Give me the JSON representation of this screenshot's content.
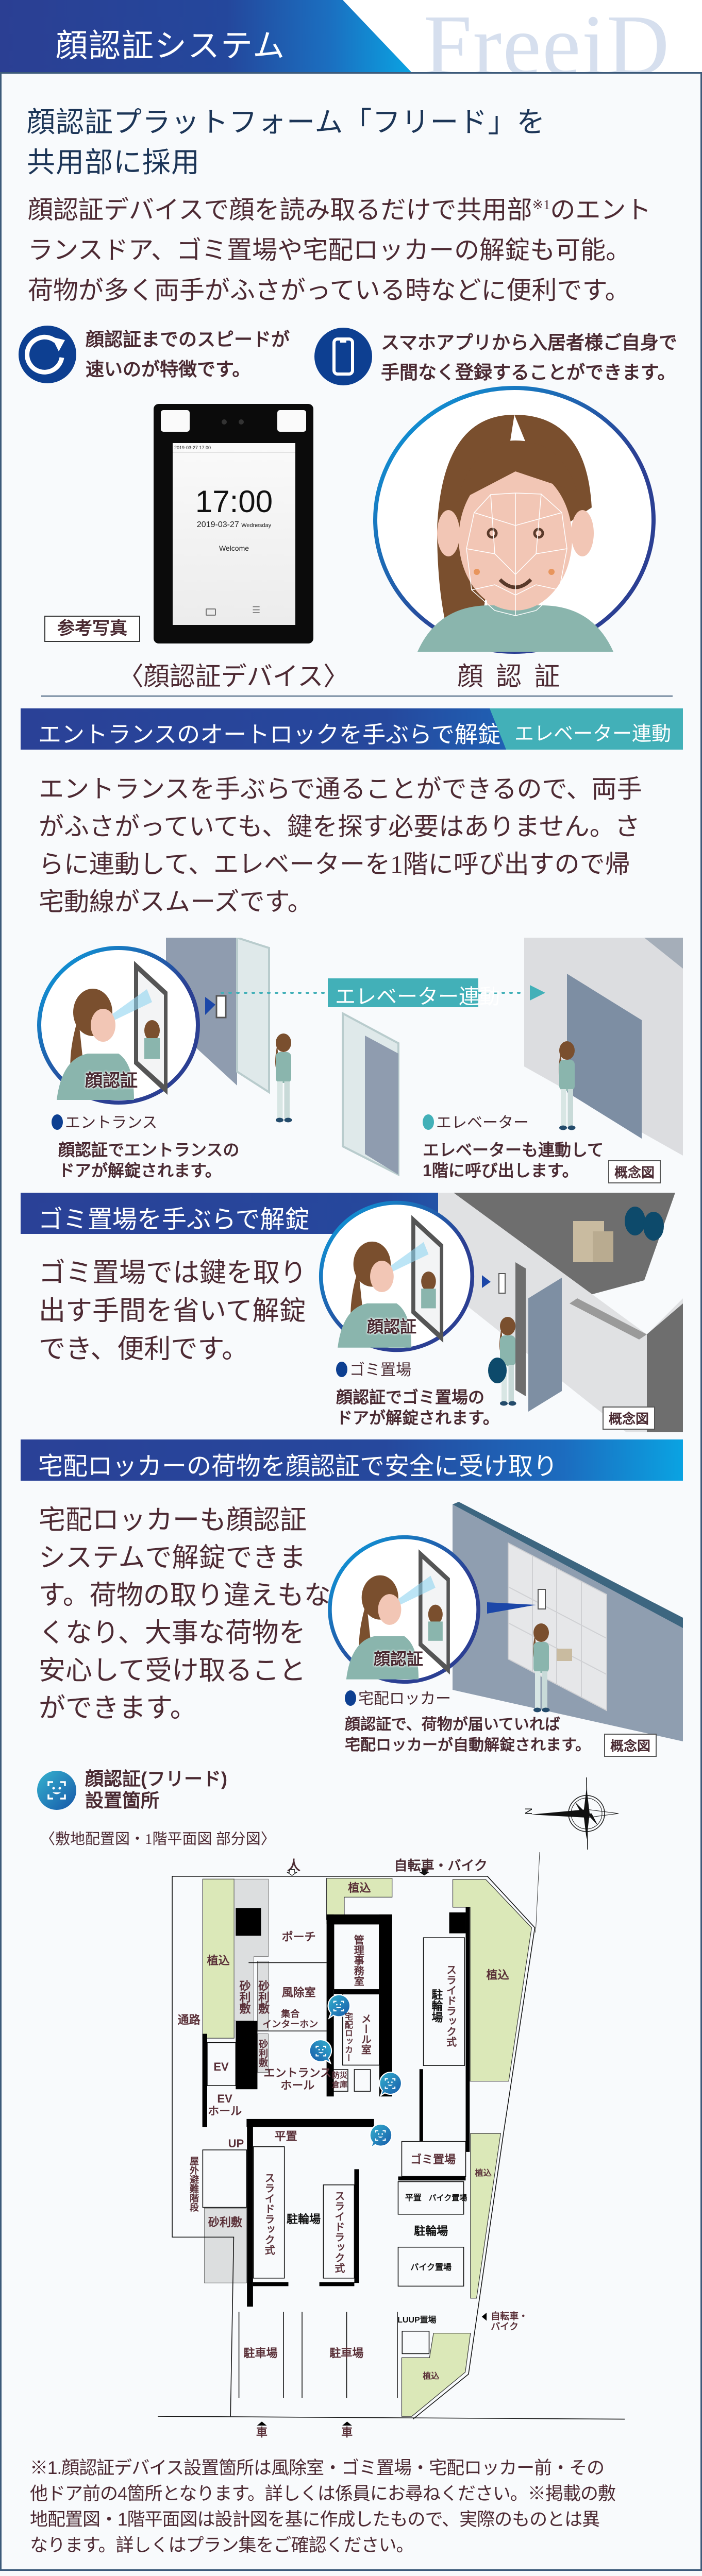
{
  "header": {
    "title": "顔認証システム",
    "brand": "FreeiD"
  },
  "intro": {
    "heading_lines": [
      "顔認証プラットフォーム「フリード」を",
      "共用部に採用"
    ],
    "body_line1_a": "顔認証デバイスで顔を読み取るだけで共用部",
    "body_line1_sup": "※1",
    "body_line1_b": "のエント",
    "body_lines": [
      "ランスドア、ゴミ置場や宅配ロッカーの解錠も可能。",
      "荷物が多く両手がふさがっている時などに便利です。"
    ],
    "features": [
      {
        "icon": "speed-refresh-icon",
        "lines": [
          "顔認証までのスピードが",
          "速いのが特徴です。"
        ]
      },
      {
        "icon": "smartphone-icon",
        "lines": [
          "スマホアプリから入居者様ご自身で",
          "手間なく登録することができます。"
        ]
      }
    ],
    "device": {
      "status_bar": "2019-03-27  17:00",
      "clock": "17:00",
      "date": "2019-03-27",
      "weekday": "Wednesday",
      "welcome": "Welcome",
      "photo_tag": "参考写真",
      "caption": "〈顔認証デバイス〉"
    },
    "face_caption": "顔 認 証"
  },
  "sections": [
    {
      "title": "エントランスのオートロックを手ぶらで解錠",
      "tag": "エレベーター連動",
      "body_lines": [
        "エントランスを手ぶらで通ることができるので、両手",
        "がふさがっていても、鍵を探す必要はありません。さ",
        "らに連動して、エレベーターを1階に呼び出すので帰",
        "宅動線がスムーズです。"
      ],
      "badge": "顔認証",
      "link_label": "エレベーター連動",
      "captions": [
        {
          "label": "エントランス",
          "lines": [
            "顔認証でエントランスの",
            "ドアが解錠されます。"
          ]
        },
        {
          "label": "エレベーター",
          "lines": [
            "エレベーターも連動して",
            "1階に呼び出します。"
          ]
        }
      ],
      "concept": "概念図"
    },
    {
      "title": "ゴミ置場を手ぶらで解錠",
      "body_lines": [
        "ゴミ置場では鍵を取り",
        "出す手間を省いて解錠",
        "でき、便利です。"
      ],
      "badge": "顔認証",
      "captions": [
        {
          "label": "ゴミ置場",
          "lines": [
            "顔認証でゴミ置場の",
            "ドアが解錠されます。"
          ]
        }
      ],
      "concept": "概念図"
    },
    {
      "title": "宅配ロッカーの荷物を顔認証で安全に受け取り",
      "body_lines": [
        "宅配ロッカーも顔認証",
        "システムで解錠できま",
        "す。荷物の取り違えもな",
        "くなり、大事な荷物を",
        "安心して受け取ること",
        "ができます。"
      ],
      "badge": "顔認証",
      "captions": [
        {
          "label": "宅配ロッカー",
          "lines": [
            "顔認証で、荷物が届いていれば",
            "宅配ロッカーが自動解錠されます。"
          ]
        }
      ],
      "concept": "概念図"
    }
  ],
  "plan": {
    "legend_lines": [
      "顔認証(フリード)",
      "設置箇所"
    ],
    "caption": "〈敷地配置図・1階平面図 部分図〉",
    "compass_label": "N",
    "entrances": [
      "人",
      "自転車・バイク"
    ],
    "labels": [
      "通路",
      "植込",
      "砂利敷",
      "砂利敷",
      "ポーチ",
      "風除室",
      "集合\nインターホン",
      "管理事務室",
      "メール室",
      "宅配ロッカー",
      "防災\n倉庫",
      "植込",
      "EV",
      "砂利敷",
      "エントランス\nホール",
      "EV\nホール",
      "平置",
      "UP",
      "駐輪場",
      "スライドラック式",
      "植込",
      "屋外避難階段",
      "砂利敷",
      "スライドラック式",
      "駐輪場",
      "スライドラック式",
      "ゴミ置場",
      "平置",
      "バイク置場",
      "駐輪場",
      "バイク置場",
      "植込",
      "LUUP置場",
      "植込",
      "駐車場",
      "駐車場",
      "車",
      "車",
      "自転車・\nバイク"
    ]
  },
  "footnote_lines": [
    "※1.顔認証デバイス設置箇所は風除室・ゴミ置場・宅配ロッカー前・その",
    "他ドア前の4箇所となります。詳しくは係員にお尋ねください。※掲載の敷",
    "地配置図・1階平面図は設計図を基に作成したもので、実際のものとは異",
    "なります。詳しくはプラン集をご確認ください。"
  ],
  "colors": {
    "navy": "#2b3f93",
    "teal": "#42b0b8",
    "text": "#4a2a32",
    "green": "#dbe8b8"
  }
}
